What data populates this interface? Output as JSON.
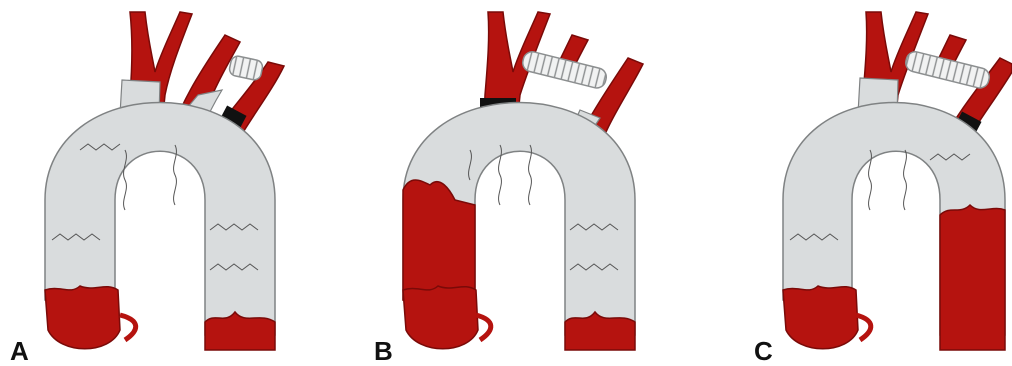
{
  "figure": {
    "panels": [
      {
        "id": "A",
        "label": "A"
      },
      {
        "id": "B",
        "label": "B"
      },
      {
        "id": "C",
        "label": "C"
      }
    ]
  },
  "colors": {
    "vessel": "#b5130f",
    "vessel_dark": "#7a0a08",
    "stent_graft": "#d9dcdd",
    "stent_outline": "#7f8283",
    "stent_wire": "#555555",
    "bypass_graft": "#f1f2f2",
    "graft_ring": "#8c8f90",
    "occluder": "#111111",
    "background": "#ffffff"
  }
}
